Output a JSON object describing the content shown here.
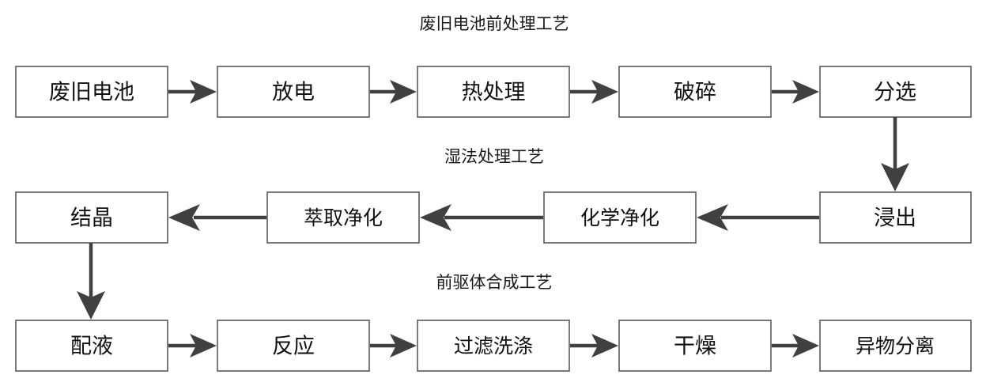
{
  "diagram": {
    "title_font_color": "#1a1a1a",
    "box_border_color": "#595959",
    "arrow_color": "#404040",
    "background_color": "#ffffff",
    "sections": [
      {
        "id": "pretreatment",
        "heading": "废旧电池前处理工艺",
        "nodes": [
          {
            "id": "waste-battery",
            "label": "废旧电池"
          },
          {
            "id": "discharge",
            "label": "放电"
          },
          {
            "id": "heat-treatment",
            "label": "热处理"
          },
          {
            "id": "crushing",
            "label": "破碎"
          },
          {
            "id": "sorting",
            "label": "分选"
          }
        ]
      },
      {
        "id": "hydrometallurgy",
        "heading": "湿法处理工艺",
        "nodes": [
          {
            "id": "crystallization",
            "label": "结晶"
          },
          {
            "id": "extraction-purification",
            "label": "萃取净化"
          },
          {
            "id": "chemical-purification",
            "label": "化学净化"
          },
          {
            "id": "leaching",
            "label": "浸出"
          }
        ]
      },
      {
        "id": "precursor-synthesis",
        "heading": "前驱体合成工艺",
        "nodes": [
          {
            "id": "solution-preparation",
            "label": "配液"
          },
          {
            "id": "reaction",
            "label": "反应"
          },
          {
            "id": "filtration-washing",
            "label": "过滤洗涤"
          },
          {
            "id": "drying",
            "label": "干燥"
          },
          {
            "id": "foreign-matter-separation",
            "label": "异物分离"
          }
        ]
      }
    ],
    "connectors": [
      {
        "id": "waste-battery-to-discharge",
        "direction": "right"
      },
      {
        "id": "discharge-to-heat-treatment",
        "direction": "right"
      },
      {
        "id": "heat-treatment-to-crushing",
        "direction": "right"
      },
      {
        "id": "crushing-to-sorting",
        "direction": "right"
      },
      {
        "id": "sorting-to-leaching",
        "direction": "down"
      },
      {
        "id": "leaching-to-chemical-purification",
        "direction": "left"
      },
      {
        "id": "chemical-purification-to-extraction-purification",
        "direction": "left"
      },
      {
        "id": "extraction-purification-to-crystallization",
        "direction": "left"
      },
      {
        "id": "crystallization-to-solution-preparation",
        "direction": "down"
      },
      {
        "id": "solution-preparation-to-reaction",
        "direction": "right"
      },
      {
        "id": "reaction-to-filtration-washing",
        "direction": "right"
      },
      {
        "id": "filtration-washing-to-drying",
        "direction": "right"
      },
      {
        "id": "drying-to-foreign-matter-separation",
        "direction": "right"
      }
    ]
  }
}
